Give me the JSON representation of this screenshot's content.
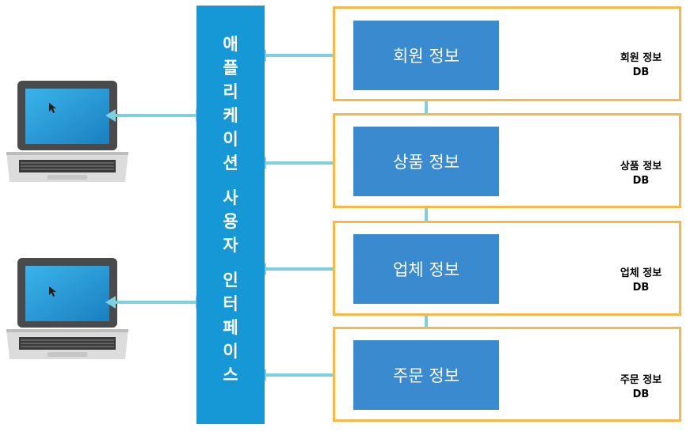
{
  "interface_label": [
    "애",
    "플",
    "리",
    "케",
    "이",
    "션",
    "사",
    "용",
    "자",
    "인",
    "터",
    "페",
    "이",
    "스"
  ],
  "services": [
    {
      "label": "회원 정보",
      "db_name": "회원 정보",
      "db_suffix": "DB"
    },
    {
      "label": "상품 정보",
      "db_name": "상품 정보",
      "db_suffix": "DB"
    },
    {
      "label": "업체 정보",
      "db_name": "업체 정보",
      "db_suffix": "DB"
    },
    {
      "label": "주문 정보",
      "db_name": "주문 정보",
      "db_suffix": "DB"
    }
  ],
  "colors": {
    "interface_bar": "#1798d6",
    "service_box": "#3a8ad0",
    "group_border": "#f7b84a",
    "arrow": "#7fd0de",
    "database": "#2f7fc4"
  },
  "icons": [
    "laptop-icon",
    "database-icon"
  ]
}
